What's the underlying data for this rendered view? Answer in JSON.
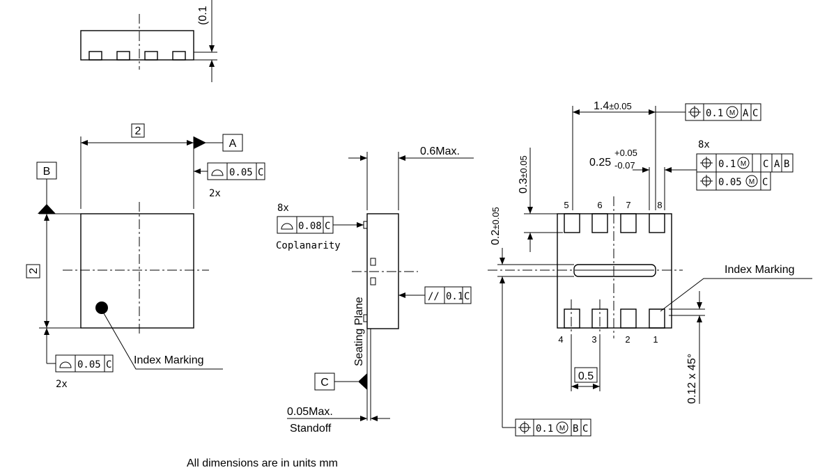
{
  "top_view": {
    "width_dim": "2",
    "height_dim": "2",
    "datum_a": "A",
    "datum_b": "B",
    "flatness_top": {
      "tol": "0.05",
      "datum": "C",
      "count": "2x"
    },
    "flatness_bottom": {
      "tol": "0.05",
      "datum": "C",
      "count": "2x"
    },
    "index_label": "Index Marking"
  },
  "top_partial": {
    "dim_label": "(0.1"
  },
  "side_view": {
    "thickness": "0.6Max.",
    "coplanarity": {
      "count": "8x",
      "tol": "0.08",
      "datum": "C",
      "label": "Coplanarity"
    },
    "parallelism": {
      "symbol": "//",
      "tol": "0.1",
      "datum": "C"
    },
    "seating_label": "Seating Plane",
    "datum_c": "C",
    "standoff_value": "0.05Max.",
    "standoff_label": "Standoff"
  },
  "bottom_view": {
    "pitch_dim": {
      "main": "1.4",
      "tol": "±0.05"
    },
    "pos_top": {
      "tol": "0.1",
      "mod": "M",
      "d1": "A",
      "d2": "C"
    },
    "pad_width": {
      "main": "0.25",
      "upper": "+0.05",
      "lower": "-0.07"
    },
    "pos_pad_count": "8x",
    "pos_pad1": {
      "tol": "0.1",
      "mod": "M",
      "d1": "C",
      "d2": "A",
      "d3": "B"
    },
    "pos_pad2": {
      "tol": "0.05",
      "mod": "M",
      "d1": "C"
    },
    "pad_length": {
      "main": "0.3",
      "tol": "±0.05"
    },
    "slot_width": {
      "main": "0.2",
      "tol": "±0.05"
    },
    "pitch": "0.5",
    "chamfer": "0.12 x 45°",
    "index_label": "Index Marking",
    "pos_bottom": {
      "tol": "0.1",
      "mod": "M",
      "d1": "B",
      "d2": "C"
    },
    "pins_top": [
      "5",
      "6",
      "7",
      "8"
    ],
    "pins_bottom": [
      "4",
      "3",
      "2",
      "1"
    ]
  },
  "footer_note": "All dimensions are in units mm"
}
